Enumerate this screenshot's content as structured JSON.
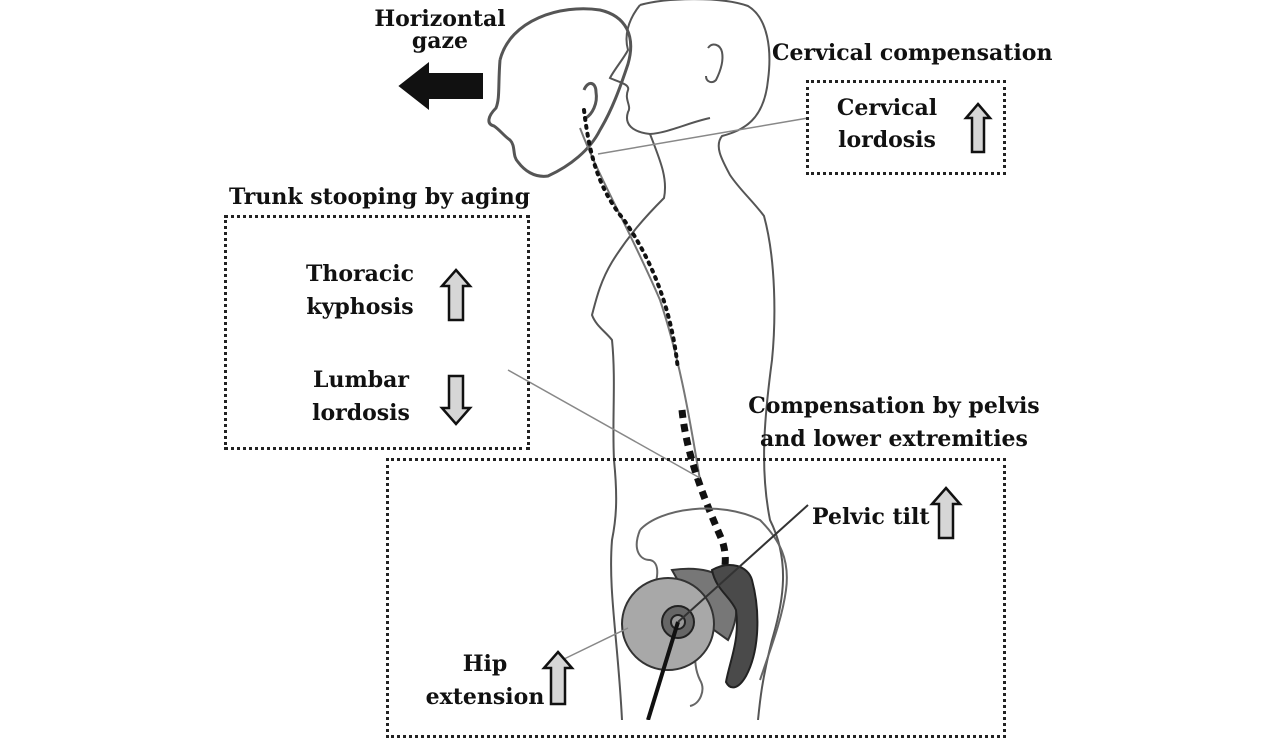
{
  "labels": {
    "horizontal_gaze_1": "Horizontal",
    "horizontal_gaze_2": "gaze",
    "cervical_compensation": "Cervical compensation",
    "cervical_lordosis_1": "Cervical",
    "cervical_lordosis_2": "lordosis",
    "trunk_stooping": "Trunk stooping by aging",
    "thoracic_kyphosis_1": "Thoracic",
    "thoracic_kyphosis_2": "kyphosis",
    "lumbar_lordosis_1": "Lumbar",
    "lumbar_lordosis_2": "lordosis",
    "compensation_pelvis_1": "Compensation by pelvis",
    "compensation_pelvis_2": "and lower extremities",
    "pelvic_tilt": "Pelvic tilt",
    "hip_extension_1": "Hip",
    "hip_extension_2": "extension"
  },
  "indicators": {
    "cervical_lordosis": "increase",
    "thoracic_kyphosis": "increase",
    "lumbar_lordosis": "decrease",
    "pelvic_tilt": "increase",
    "hip_extension": "increase"
  },
  "colors": {
    "line": "#333333",
    "arrow_fill": "#d6d6d6",
    "femoral_head": "#a8a8a8",
    "pelvis_dark": "#4a4a4a"
  }
}
